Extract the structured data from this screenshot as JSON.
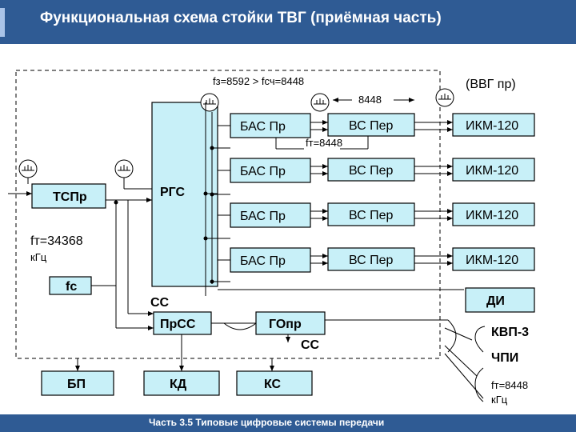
{
  "header": {
    "title": "Функциональная схема стойки ТВГ (приёмная часть)"
  },
  "footer": {
    "text": "Часть 3.5 Типовые цифровые системы передачи"
  },
  "diagram": {
    "top_label": "fз=8592 > fсч=8448",
    "freq_8448": "8448",
    "vvg": "(ВВГ пр)",
    "ft_label": "fт=8448",
    "rgs": "РГС",
    "tspr": "ТСПр",
    "ft_main": "fт=34368",
    "khz": "кГц",
    "fc": "fс",
    "bas": [
      "БАС Пр",
      "БАС Пр",
      "БАС Пр",
      "БАС Пр"
    ],
    "vs": [
      "ВС  Пер",
      "ВС  Пер",
      "ВС  Пер",
      "ВС  Пер"
    ],
    "ikm": [
      "ИКМ-120",
      "ИКМ-120",
      "ИКМ-120",
      "ИКМ-120"
    ],
    "cc_top": "СС",
    "di": "ДИ",
    "prcc": "ПрСС",
    "gopr": "ГОпр",
    "cc_bottom": "СС",
    "kvp": "КВП-3",
    "chpi": "ЧПИ",
    "ft_bottom": "fт=8448",
    "khz_bottom": "кГц",
    "bp": "БП",
    "kd": "КД",
    "ks": "КС"
  }
}
